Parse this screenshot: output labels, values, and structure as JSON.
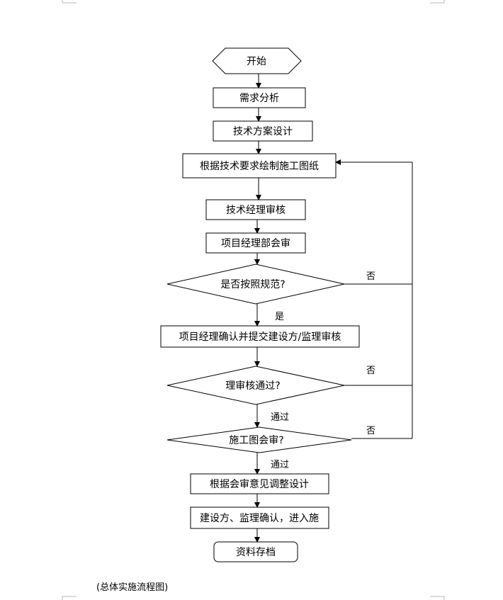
{
  "nodes": {
    "start": "开始",
    "req_analysis": "需求分析",
    "tech_design": "技术方案设计",
    "draw_plans": "根据技术要求绘制施工图纸",
    "tech_review": "技术经理审核",
    "pm_review": "项目经理部会审",
    "check_spec": "是否按照规范?",
    "pm_submit": "项目经理确认并提交建设方/监理审核",
    "check_approve": "理审核通过?",
    "check_joint": "施工图会审?",
    "adjust_design": "根据会审意见调整设计",
    "confirm": "建设方、监理确认，进入施",
    "archive": "资料存档"
  },
  "edges": {
    "no_1": "否",
    "yes_1": "是",
    "no_2": "否",
    "pass_1": "通过",
    "no_3": "否",
    "pass_2": "通过"
  },
  "caption": "(总体实施流程图)"
}
